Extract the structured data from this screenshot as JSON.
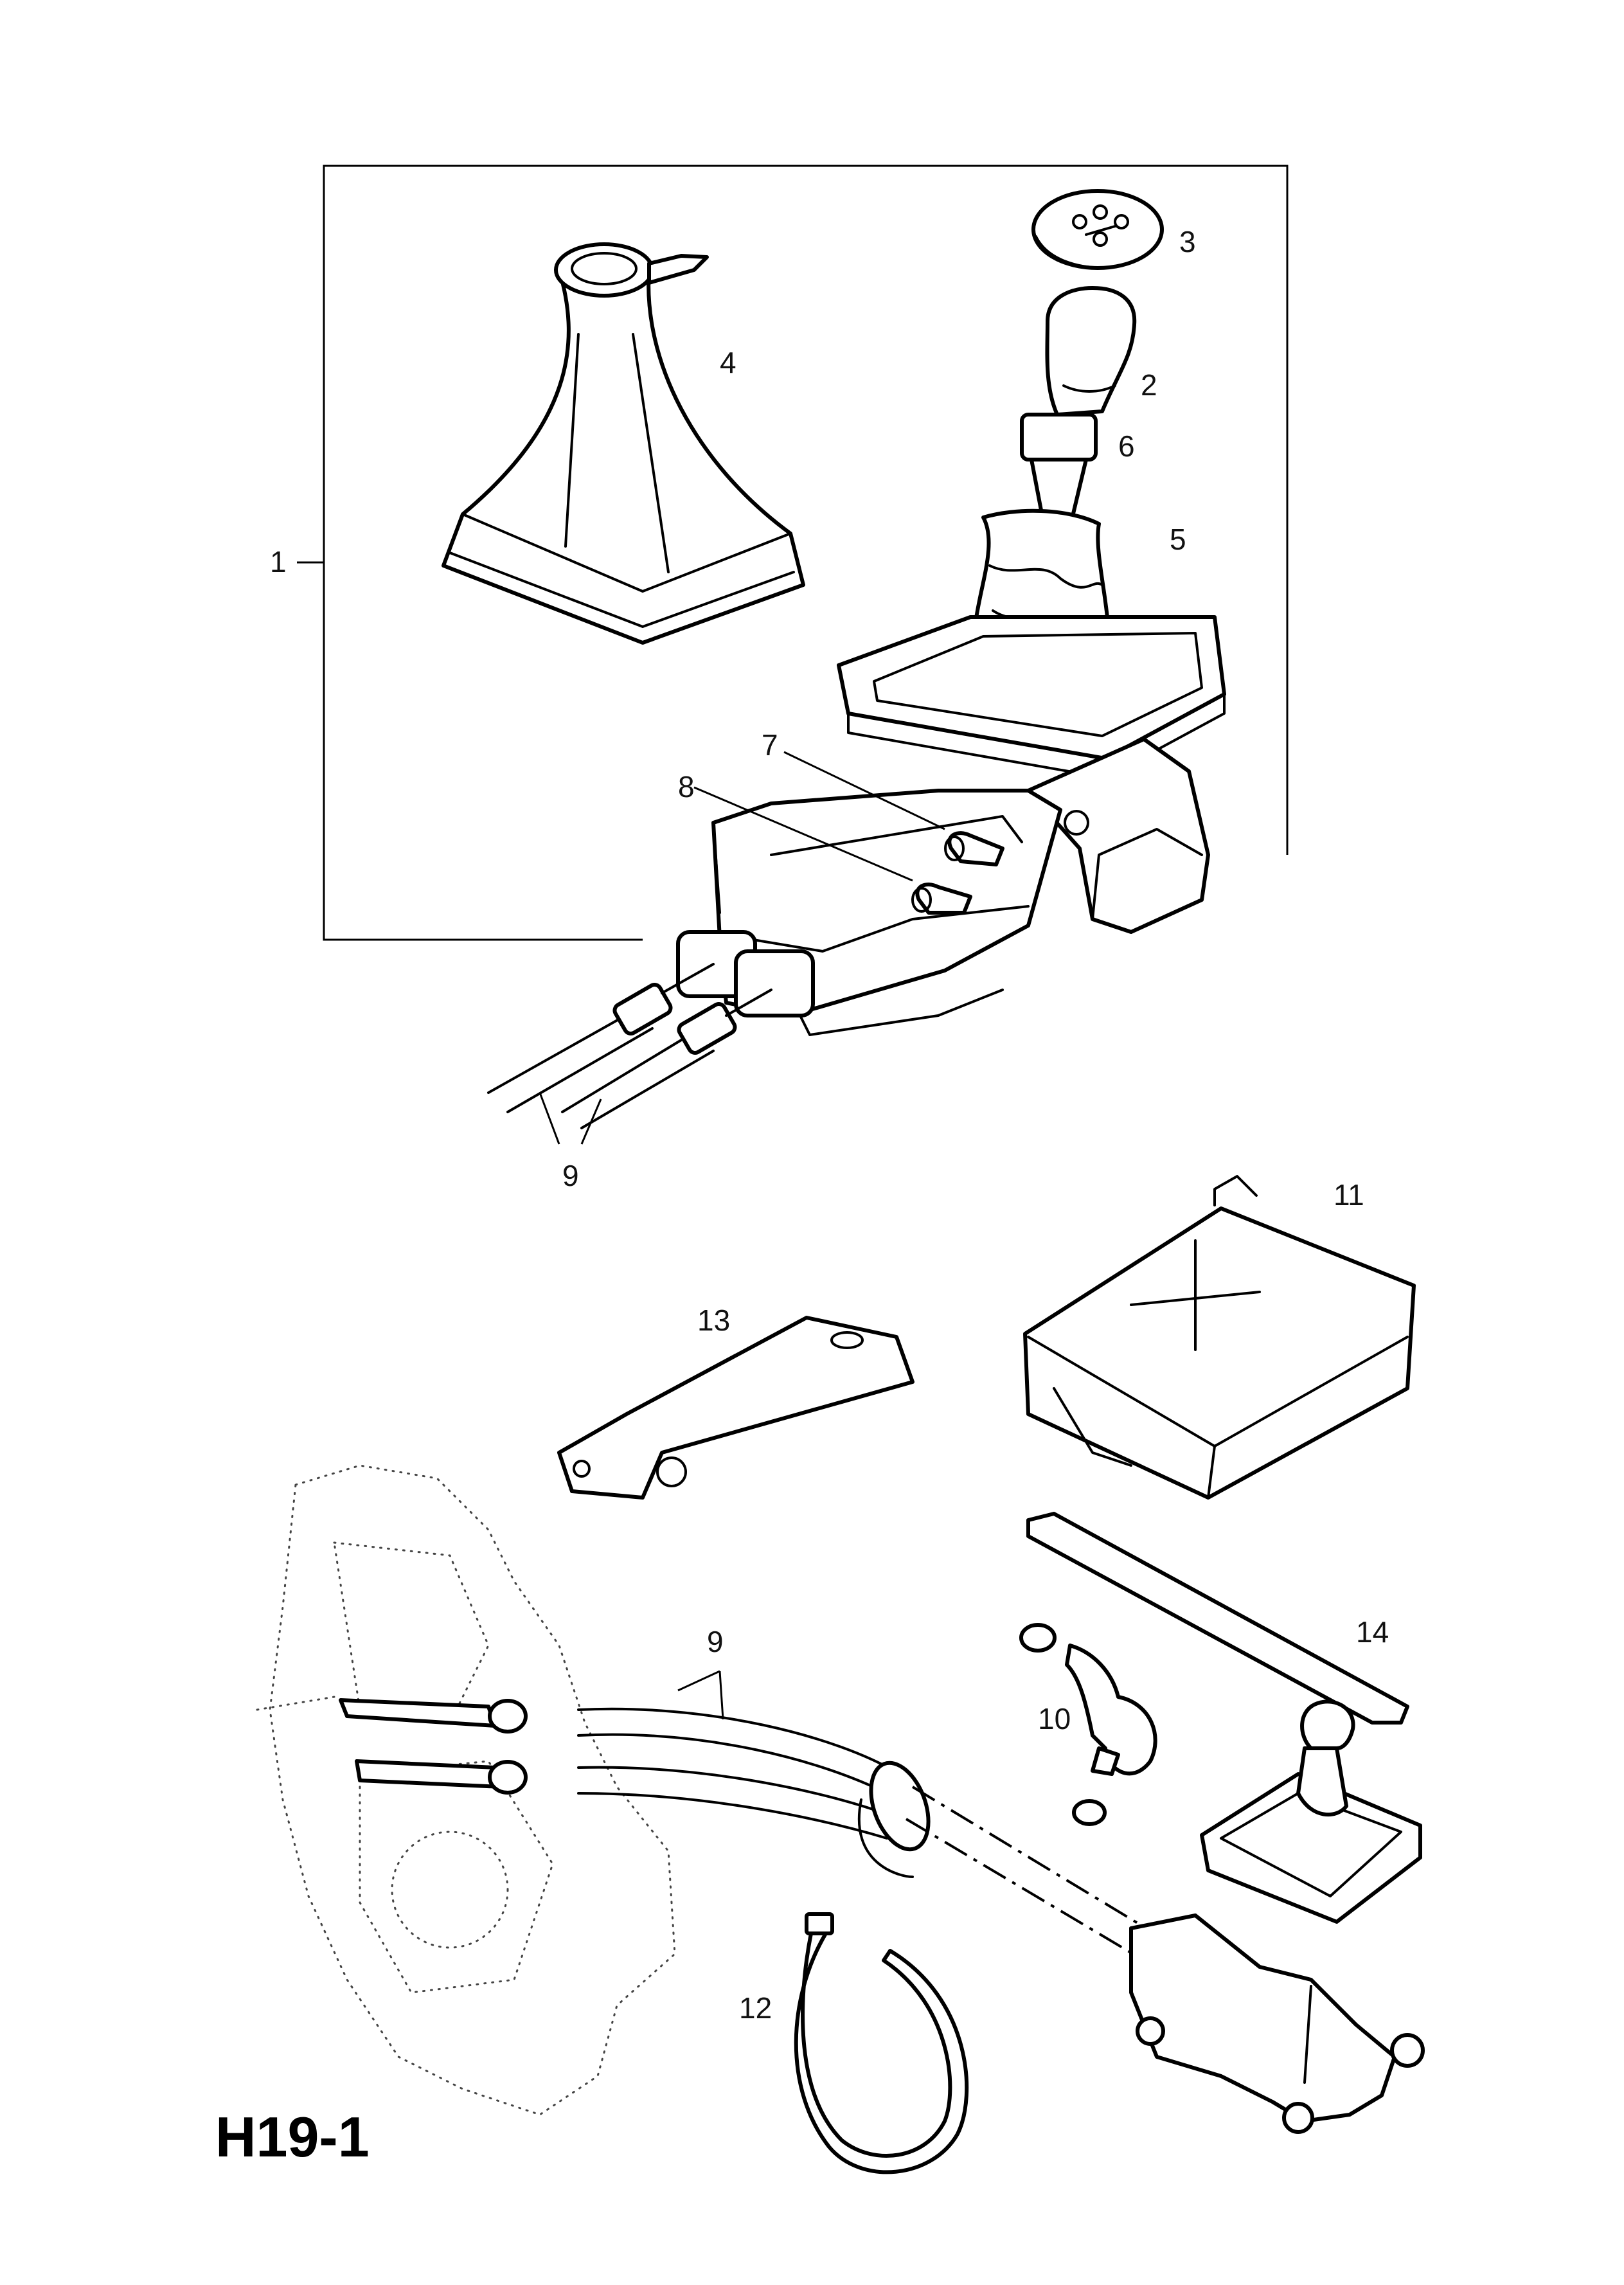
{
  "diagram": {
    "code": "H19-1",
    "callouts": [
      {
        "id": "c1",
        "label": "1"
      },
      {
        "id": "c2",
        "label": "2"
      },
      {
        "id": "c3",
        "label": "3"
      },
      {
        "id": "c4",
        "label": "4"
      },
      {
        "id": "c5",
        "label": "5"
      },
      {
        "id": "c6",
        "label": "6"
      },
      {
        "id": "c7",
        "label": "7"
      },
      {
        "id": "c8",
        "label": "8"
      },
      {
        "id": "c9a",
        "label": "9"
      },
      {
        "id": "c9b",
        "label": "9"
      },
      {
        "id": "c10",
        "label": "10"
      },
      {
        "id": "c11",
        "label": "11"
      },
      {
        "id": "c12",
        "label": "12"
      },
      {
        "id": "c13",
        "label": "13"
      },
      {
        "id": "c14",
        "label": "14"
      }
    ]
  }
}
